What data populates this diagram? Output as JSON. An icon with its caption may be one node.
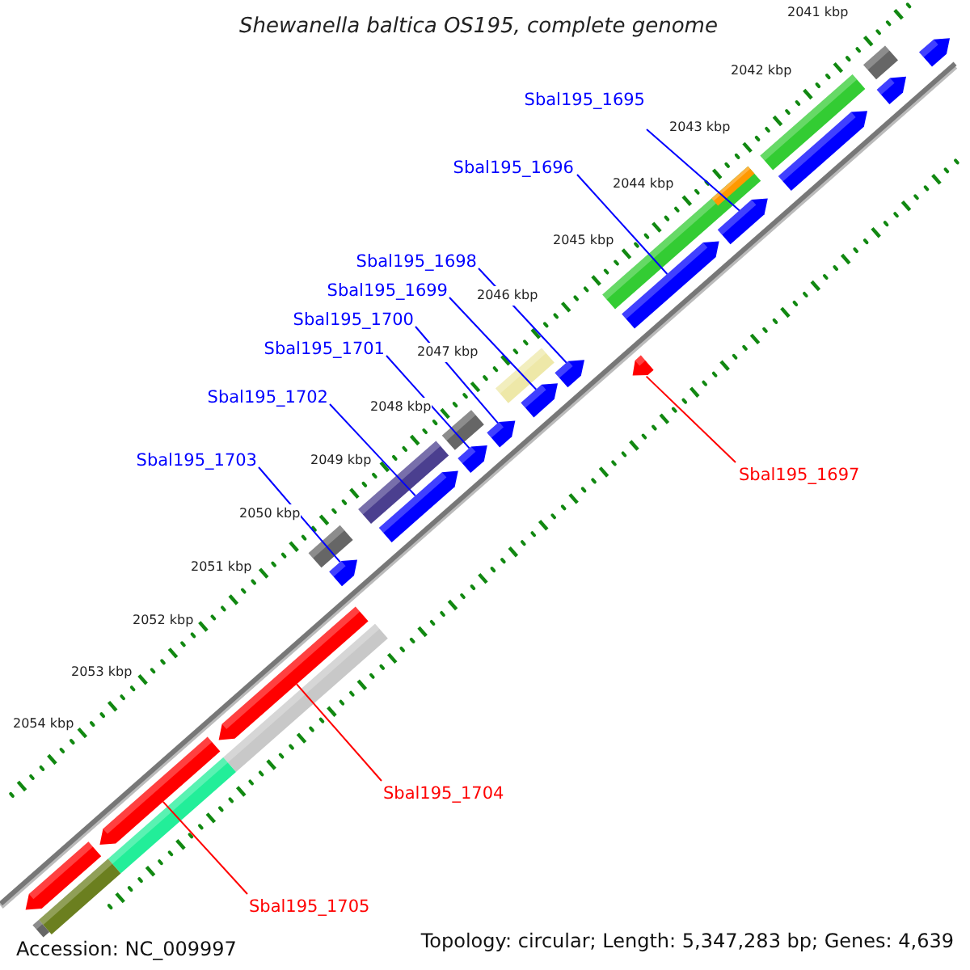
{
  "diagram": {
    "title": "Shewanella baltica OS195, complete genome",
    "nodes": [
      {
        "text": [
          "Sbal195_1695"
        ]
      },
      {
        "text": [
          "Sbal195_1696"
        ]
      },
      {
        "text": [
          "Sbal195_1698"
        ]
      },
      {
        "text": [
          "Sbal195_1699"
        ]
      },
      {
        "text": [
          "Sbal195_1700"
        ]
      },
      {
        "text": [
          "Sbal195_1701"
        ]
      },
      {
        "text": [
          "Sbal195_1697"
        ]
      },
      {
        "text": [
          "Sbal195_1702"
        ]
      },
      {
        "text": [
          "Sbal195_1703"
        ]
      },
      {
        "text": [
          "Sbal195_1704"
        ]
      },
      {
        "text": [
          "Sbal195_1705"
        ]
      },
      {
        "text": [],
        "shape": "arrow"
      },
      {
        "text": [],
        "shape": "bar"
      },
      {
        "text": [],
        "shape": "arrow"
      },
      {
        "text": [],
        "shape": "bar"
      },
      {
        "text": [],
        "shape": "arrow"
      },
      {
        "text": [],
        "shape": "bar"
      },
      {
        "text": [],
        "shape": "arrow"
      },
      {
        "text": [],
        "shape": "bar",
        "in": 16
      },
      {
        "text": [],
        "shape": "arrow"
      },
      {
        "text": [],
        "shape": "arrow"
      },
      {
        "text": [],
        "shape": "arrow"
      },
      {
        "text": [],
        "shape": "bar"
      },
      {
        "text": [],
        "shape": "arrow"
      },
      {
        "text": [],
        "shape": "bar"
      },
      {
        "text": [],
        "shape": "arrow"
      },
      {
        "text": [],
        "shape": "arrow"
      },
      {
        "text": [],
        "shape": "bar"
      },
      {
        "text": [],
        "shape": "arrow"
      },
      {
        "text": [],
        "shape": "bar"
      },
      {
        "text": [],
        "shape": "arrow"
      },
      {
        "text": [],
        "shape": "arrow"
      },
      {
        "text": [],
        "shape": "bar"
      },
      {
        "text": [],
        "shape": "arrow"
      },
      {
        "text": [],
        "shape": "bar"
      },
      {
        "text": [],
        "shape": "arrow"
      },
      {
        "text": [],
        "shape": "bar"
      },
      {
        "text": [],
        "shape": "bar"
      }
    ],
    "edges": [
      {
        "from": 0,
        "to": 17,
        "arrow": "none"
      },
      {
        "from": 1,
        "to": 19,
        "arrow": "none"
      },
      {
        "from": 2,
        "to": 21,
        "arrow": "none"
      },
      {
        "from": 3,
        "to": 23,
        "arrow": "none"
      },
      {
        "from": 4,
        "to": 25,
        "arrow": "none"
      },
      {
        "from": 5,
        "to": 26,
        "arrow": "none"
      },
      {
        "from": 6,
        "to": 20,
        "arrow": "none",
        "color": "#ff0000"
      },
      {
        "from": 7,
        "to": 28,
        "arrow": "none"
      },
      {
        "from": 8,
        "to": 30,
        "arrow": "none"
      },
      {
        "from": 9,
        "to": 31,
        "arrow": "none",
        "color": "#ff0000"
      },
      {
        "from": 10,
        "to": 33,
        "arrow": "none",
        "color": "#ff0000"
      }
    ],
    "labels": [
      "2041 kbp",
      "2042 kbp",
      "2043 kbp",
      "2044 kbp",
      "2045 kbp",
      "2046 kbp",
      "2047 kbp",
      "2048 kbp",
      "2049 kbp",
      "2050 kbp",
      "2051 kbp",
      "2052 kbp",
      "2053 kbp",
      "2054 kbp",
      "Accession: NC_009997",
      "Topology: circular; Length: 5,347,283 bp; Genes: 4,639"
    ]
  }
}
